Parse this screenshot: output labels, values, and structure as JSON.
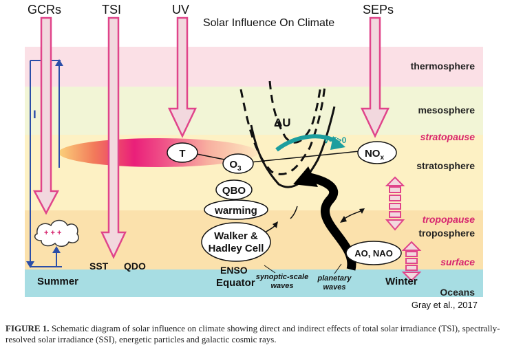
{
  "title": "Solar Influence On Climate",
  "credit": "Gray et al., 2017",
  "colors": {
    "thermosphere": "#fbe0e6",
    "mesosphere": "#f2f5d6",
    "stratosphere": "#fdf1c4",
    "troposphere": "#fbe1ac",
    "ocean": "#a7dde3",
    "arrow_fill": "#f2d8de",
    "arrow_stroke": "#e0448a",
    "magenta_text": "#d6246e",
    "teal": "#1c9e9e"
  },
  "sources": {
    "gcrs": "GCRs",
    "tsi": "TSI",
    "uv": "UV",
    "seps": "SEPs",
    "ionization": "I"
  },
  "layers": {
    "thermosphere": "thermosphere",
    "mesosphere": "mesosphere",
    "stratopause": "stratopause",
    "stratosphere": "stratosphere",
    "tropopause": "tropopause",
    "troposphere": "troposphere",
    "surface": "surface",
    "oceans": "Oceans"
  },
  "nodes": {
    "t": "T",
    "o3": "O",
    "o3_sub": "3",
    "nox": "NO",
    "nox_sub": "x",
    "qbo": "QBO",
    "warming": "warming",
    "walker_line1": "Walker &",
    "walker_line2": "Hadley Cell",
    "ao_nao": "AO, NAO"
  },
  "labels": {
    "delta_u": "ΔU",
    "eliassen_palm": "∇•F>0",
    "summer": "Summer",
    "sst": "SST",
    "qdo": "QDO",
    "enso": "ENSO",
    "equator": "Equator",
    "synoptic_line1": "synoptic-scale",
    "synoptic_line2": "waves",
    "planetary_line1": "planetary",
    "planetary_line2": "waves",
    "winter": "Winter",
    "cloud_charges": "+ + +"
  },
  "caption": {
    "figure_label": "FIGURE 1.",
    "text": "Schematic diagram of solar influence on climate showing direct and indirect effects of total solar irradiance (TSI), spectrally-resolved solar irradiance (SSI), energetic particles and galactic cosmic rays."
  }
}
